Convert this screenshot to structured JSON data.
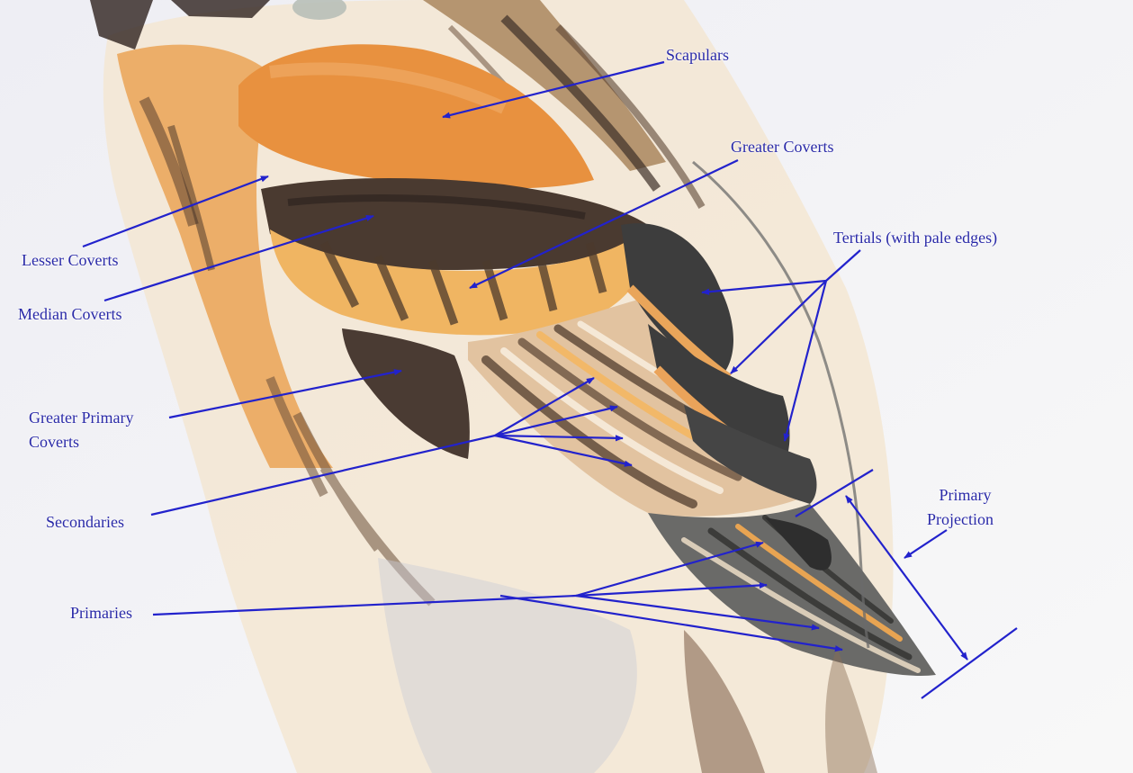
{
  "figure": {
    "colors": {
      "label_text": "#2a2aa8",
      "leader_line": "#2222cc",
      "paper": "#f6f6f8",
      "rufous": "#e8913f",
      "buff": "#f0b562",
      "dark_brown": "#4a3a30",
      "grey_black": "#3d3d3d"
    },
    "labels": {
      "scapulars": "Scapulars",
      "greater_coverts": "Greater Coverts",
      "tertials": "Tertials (with pale edges)",
      "lesser_coverts": "Lesser Coverts",
      "median_coverts": "Median Coverts",
      "greater_primary_coverts": "Greater Primary\nCoverts",
      "secondaries": "Secondaries",
      "primary_projection": "   Primary\nProjection",
      "primaries": "Primaries"
    }
  }
}
